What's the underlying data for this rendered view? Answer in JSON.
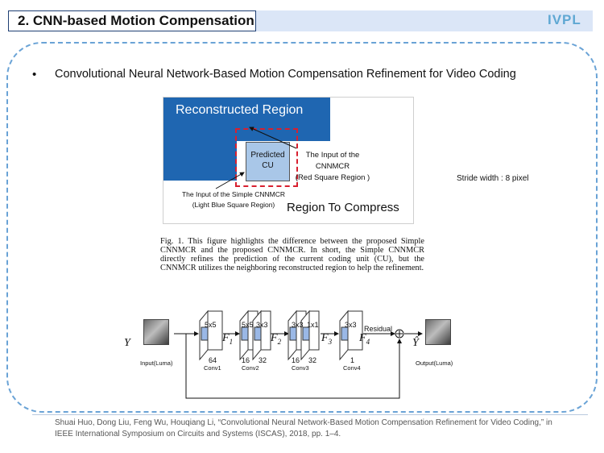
{
  "header": {
    "title": "2. CNN-based  Motion  Compensation",
    "logo": "IVPL"
  },
  "bullet": {
    "symbol": "•",
    "text": "Convolutional Neural Network-Based  Motion  Compensation Refinement for Video Coding"
  },
  "figure": {
    "reconstructed_label": "Reconstructed Region",
    "predicted_cu_line1": "Predicted",
    "predicted_cu_line2": "CU",
    "cnnmcr_input_line1": "The Input of the CNNMCR",
    "cnnmcr_input_line2": "(Red Square Region )",
    "simple_input_line1": "The Input of the Simple CNNMCR",
    "simple_input_line2": "(Light Blue Square Region)",
    "compress_label": "Region To Compress"
  },
  "stride": "Stride width : 8 pixel",
  "caption": "Fig. 1.    This figure highlights the difference between the proposed Simple CNNMCR and the proposed CNNMCR. In short, the Simple CNNMCR directly refines the prediction of the current coding unit (CU), but the CNNMCR utilizes the neighboring reconstructed region to help the refinement.",
  "network": {
    "input_symbol": "Y",
    "input_label": "Input(Luma)",
    "output_symbol": "Ŷ",
    "output_label": "Output(Luma)",
    "residual_label": "Residual",
    "conv1": {
      "kernel": "5x5",
      "f": "F",
      "sub": "1",
      "num": "64",
      "name": "Conv1"
    },
    "conv2": {
      "kernel_a": "5x5",
      "kernel_b": "3x3",
      "f": "F",
      "sub": "2",
      "num_a": "16",
      "num_b": "32",
      "name": "Conv2"
    },
    "conv3": {
      "kernel_a": "3x3",
      "kernel_b": "1x1",
      "f": "F",
      "sub": "3",
      "num_a": "16",
      "num_b": "32",
      "name": "Conv3"
    },
    "conv4": {
      "kernel": "3x3",
      "f": "F",
      "sub": "4",
      "num": "1",
      "name": "Conv4"
    },
    "plus_symbol": "+"
  },
  "reference": "Shuai Huo, Dong Liu, Feng Wu, Houqiang Li, “Convolutional Neural Network-Based Motion Compensation Refinement for Video Coding,” in IEEE International Symposium on Circuits and Systems (ISCAS), 2018, pp. 1–4.",
  "colors": {
    "header_bg": "#dbe6f7",
    "frame": "#6aa3d6",
    "recon_blue": "#1f66b1",
    "pred_cu": "#a9c7e8",
    "red_dash": "#d8202f"
  }
}
